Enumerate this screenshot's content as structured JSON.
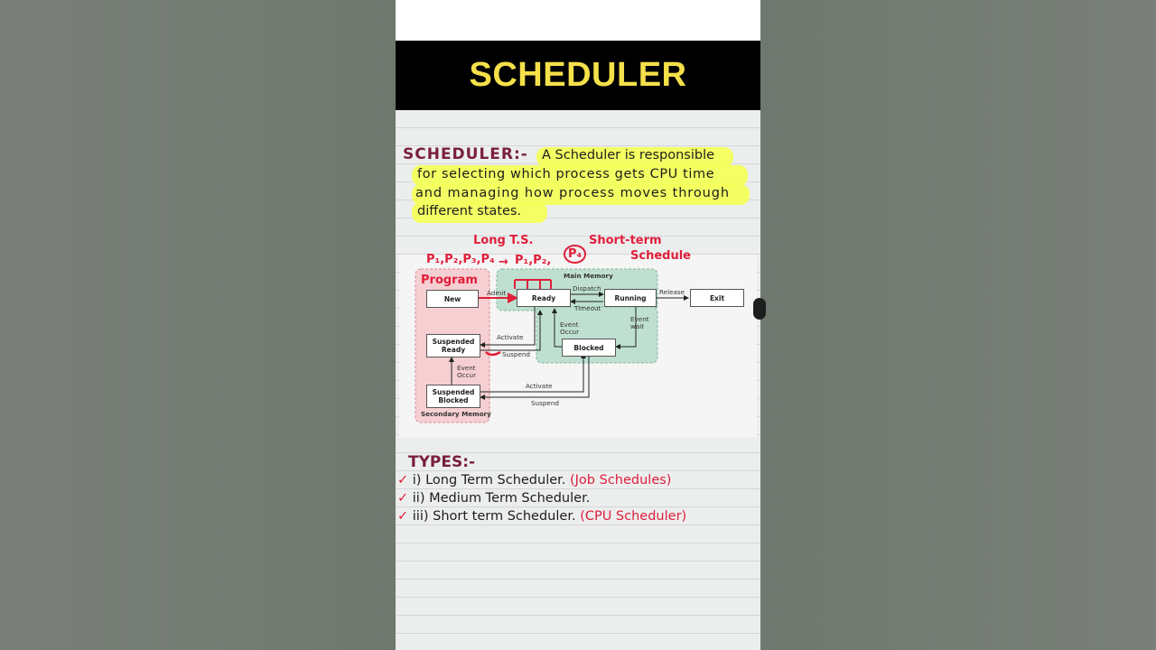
{
  "banner": {
    "title": "SCHEDULER"
  },
  "note": {
    "heading": "SCHEDULER:-",
    "line1": "A Scheduler is responsible",
    "line2": "for selecting which process gets CPU time",
    "line3": "and managing how process moves through",
    "line4": "different states."
  },
  "annotations": {
    "long_ts": "Long T.S.",
    "processes_in": "P₁,P₂,P₃,P₄",
    "processes_ready": "P₁,P₂,",
    "p4": "P₄",
    "short_term": "Short-term",
    "scheduler": "Schedule",
    "program": "Program"
  },
  "diagram": {
    "main_memory": "Main Memory",
    "secondary_memory": "Secondary Memory",
    "states": {
      "new": "New",
      "ready": "Ready",
      "running": "Running",
      "exit": "Exit",
      "blocked": "Blocked",
      "suspended_ready_1": "Suspended",
      "suspended_ready_2": "Ready",
      "suspended_blocked_1": "Suspended",
      "suspended_blocked_2": "Blocked"
    },
    "edges": {
      "admit": "Admit",
      "dispatch": "Dispatch",
      "timeout": "Timeout",
      "release": "Release",
      "event_wait_1": "Event",
      "event_wait_2": "wait",
      "event_occur_1": "Event",
      "event_occur_2": "Occur",
      "activate_1": "Activate",
      "suspend_1": "Suspend",
      "event_occur_sec_1": "Event",
      "event_occur_sec_2": "Occur",
      "activate_2": "Activate",
      "suspend_2": "Suspend"
    }
  },
  "types": {
    "heading": "TYPES:-",
    "items": [
      {
        "num": "i)",
        "text": "Long Term Scheduler.",
        "note": "(Job Schedules)"
      },
      {
        "num": "ii)",
        "text": "Medium Term Scheduler.",
        "note": ""
      },
      {
        "num": "iii)",
        "text": "Short term Scheduler.",
        "note": "(CPU Scheduler)"
      }
    ]
  },
  "colors": {
    "banner_bg": "#000000",
    "banner_text": "#f5e04a",
    "highlight": "#f3ff5a",
    "heading_maroon": "#7a1f3d",
    "annotation_red": "#e01e3a",
    "main_memory_green": "#bfe0d0",
    "secondary_memory_pink": "#f6cfd2"
  }
}
